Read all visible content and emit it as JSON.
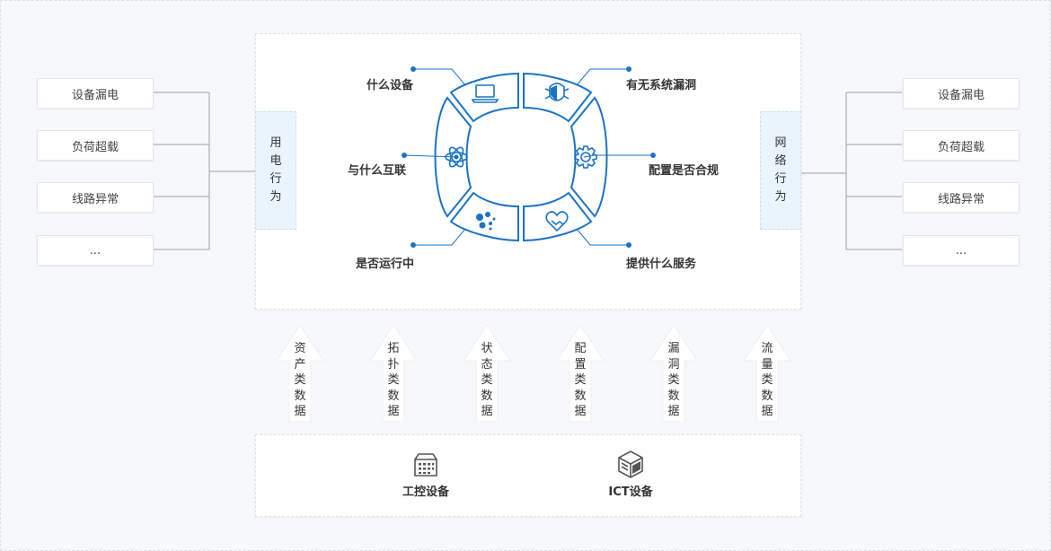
{
  "left_items": [
    "设备漏电",
    "负荷超载",
    "线路异常",
    "..."
  ],
  "right_items": [
    "设备漏电",
    "负荷超载",
    "线路异常",
    "..."
  ],
  "left_tag": [
    "用",
    "电",
    "行",
    "为"
  ],
  "right_tag": [
    "网",
    "络",
    "行",
    "为"
  ],
  "ring": {
    "what_device": "什么设备",
    "vulnerability": "有无系统漏洞",
    "connection": "与什么互联",
    "compliance": "配置是否合规",
    "running": "是否运行中",
    "service": "提供什么服务"
  },
  "data_arrows": [
    [
      "资",
      "产",
      "类",
      "数",
      "据"
    ],
    [
      "拓",
      "扑",
      "类",
      "数",
      "据"
    ],
    [
      "状",
      "态",
      "类",
      "数",
      "据"
    ],
    [
      "配",
      "置",
      "类",
      "数",
      "据"
    ],
    [
      "漏",
      "洞",
      "类",
      "数",
      "据"
    ],
    [
      "流",
      "量",
      "类",
      "数",
      "据"
    ]
  ],
  "devices": {
    "ics": "工控设备",
    "ict": "ICT设备"
  },
  "colors": {
    "accent": "#1a73c4",
    "tag_bg": "#eaf4fd",
    "line": "#9aa0a6"
  },
  "icons": [
    "laptop-icon",
    "bug-shield-icon",
    "atom-icon",
    "gear-icon",
    "dots-icon",
    "heart-handshake-icon",
    "control-cabinet-icon",
    "server-cube-icon"
  ]
}
